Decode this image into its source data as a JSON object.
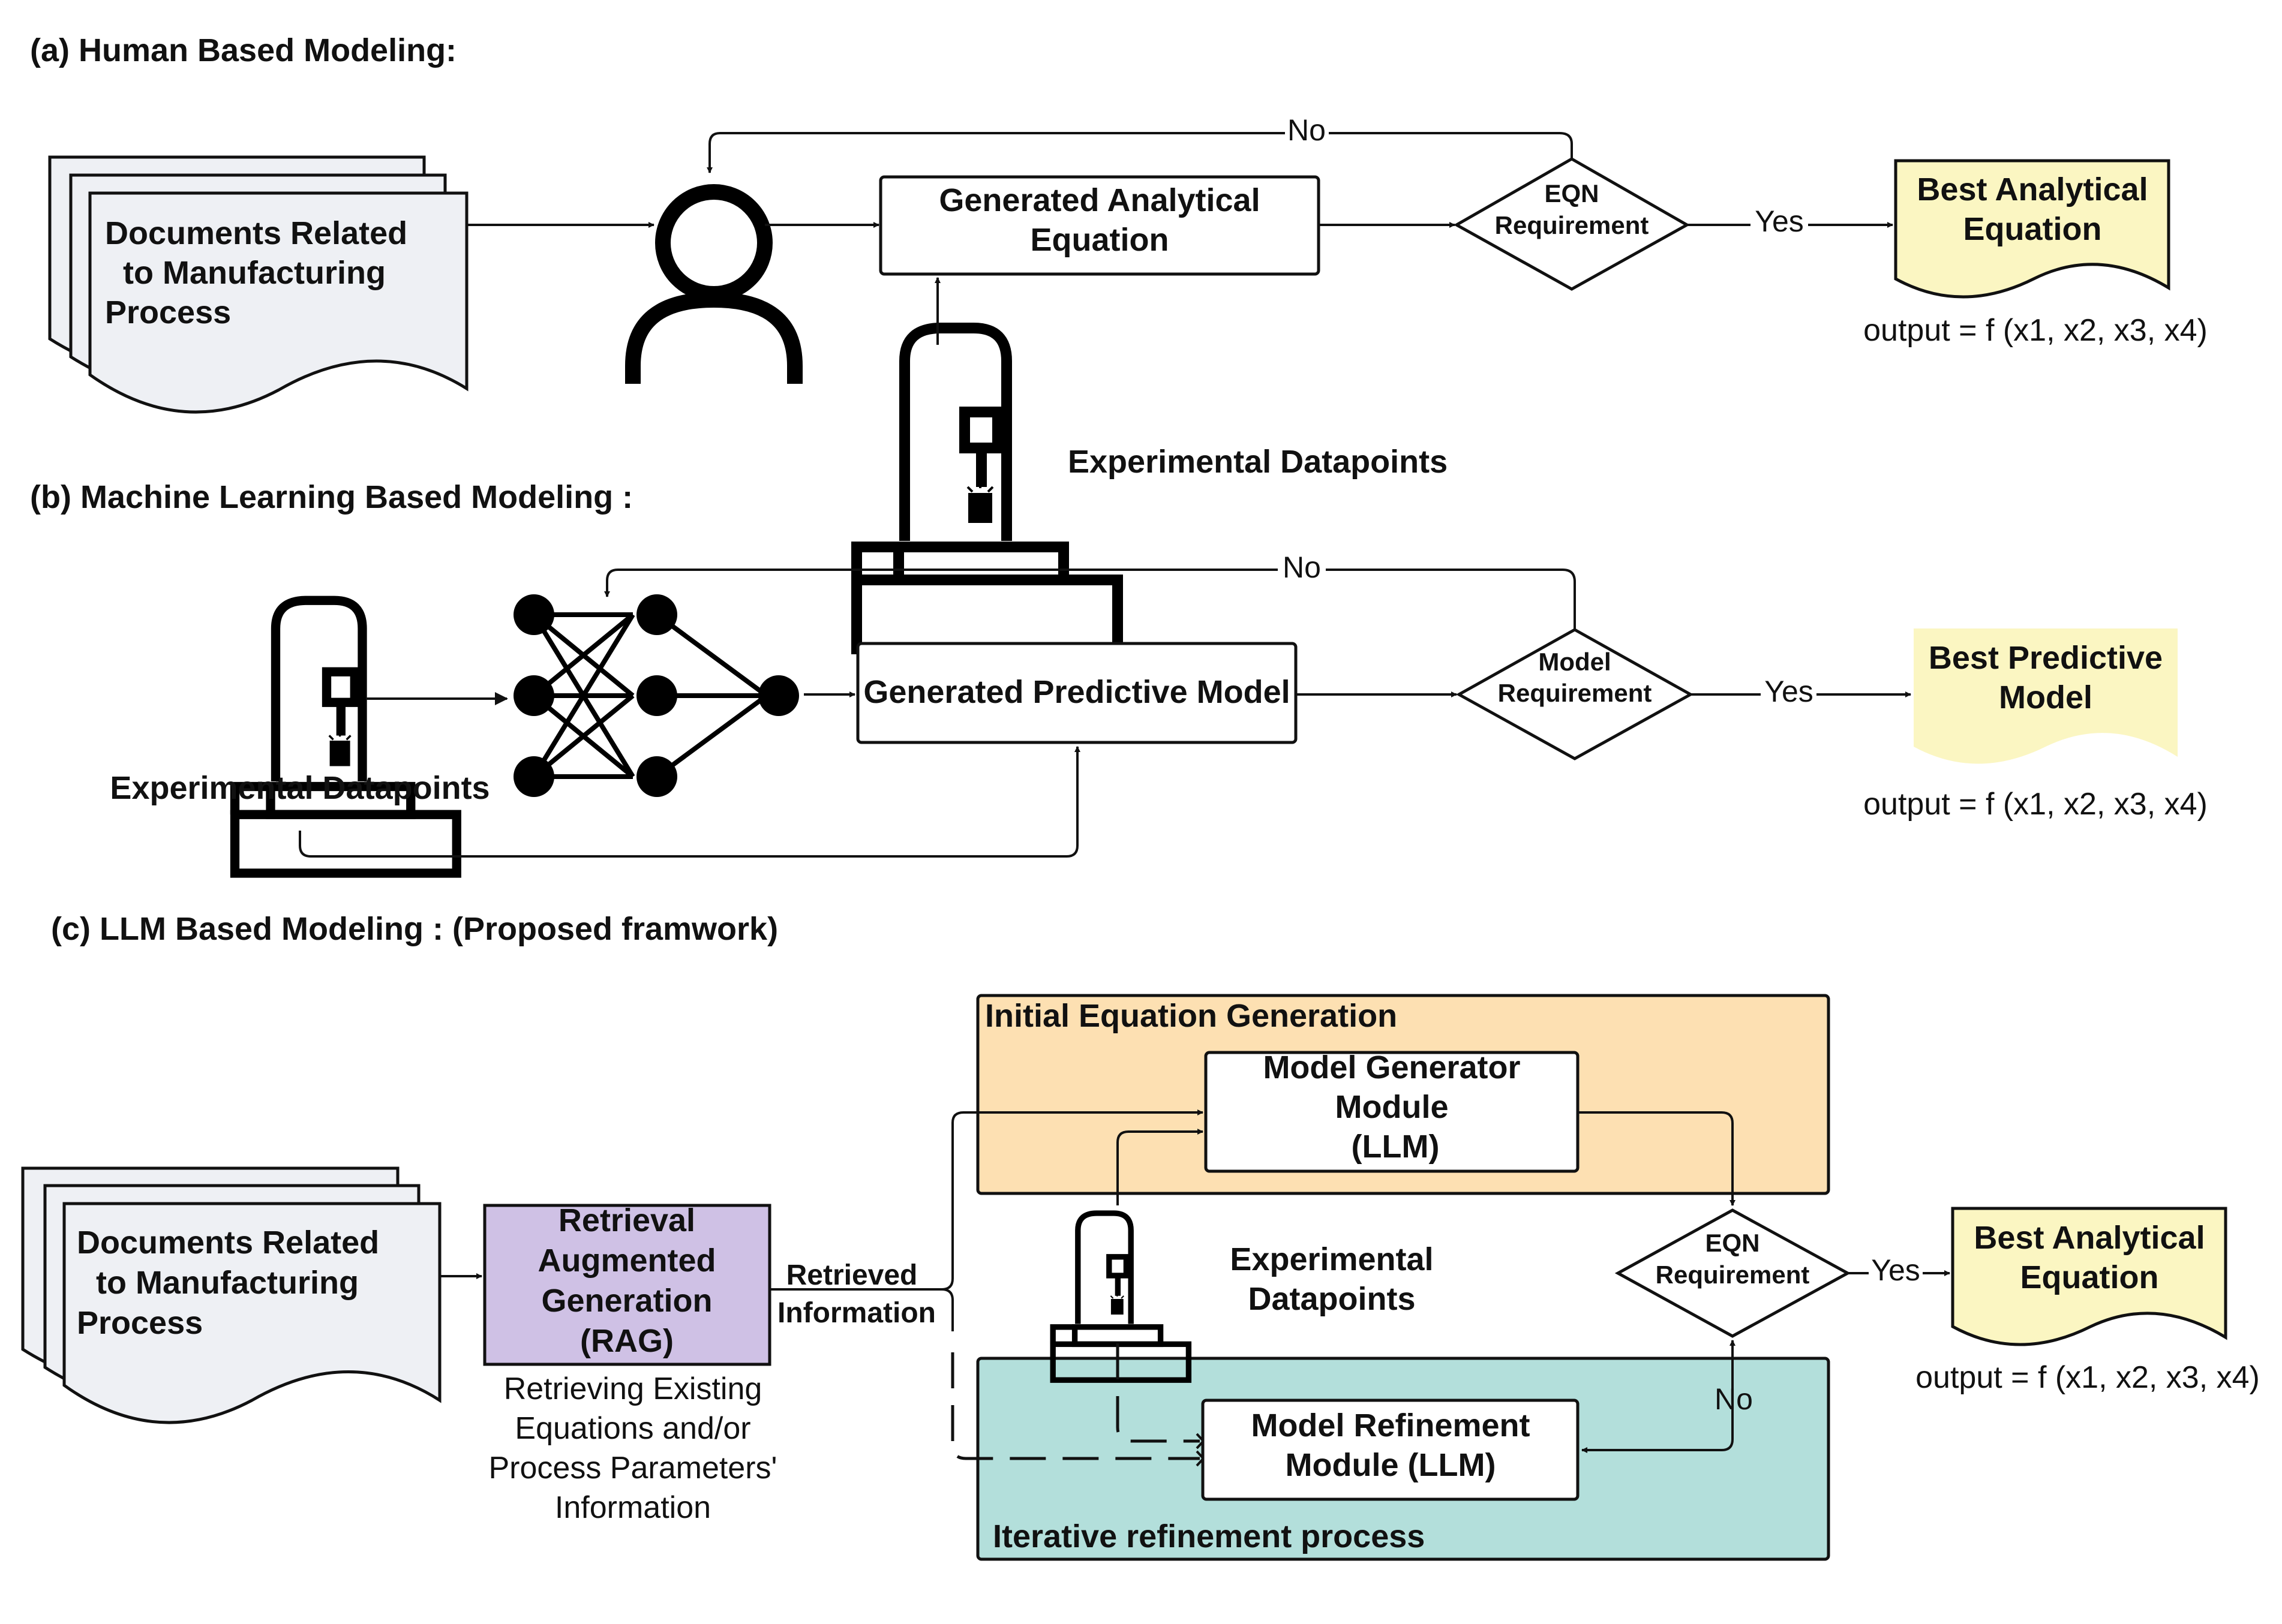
{
  "colors": {
    "doc_fill": "#eef0f4",
    "output_fill": "#fbf6c2",
    "rag_fill": "#cfc1e5",
    "initial_panel_fill": "#fde0b2",
    "refine_panel_fill": "#b3dfdb",
    "stroke": "#111111"
  },
  "panel_a": {
    "title": "(a) Human Based Modeling:",
    "documents": [
      "Documents Related",
      "to Manufacturing",
      "Process"
    ],
    "human_icon": "person-icon",
    "machine_icon": "machine-icon",
    "generated": [
      "Generated Analytical",
      "Equation"
    ],
    "decision": [
      "EQN",
      "Requirement"
    ],
    "no_label": "No",
    "yes_label": "Yes",
    "best": [
      "Best Analytical",
      "Equation"
    ],
    "output": "output = f (x1, x2, x3, x4)",
    "experimental": "Experimental Datapoints"
  },
  "panel_b": {
    "title": "(b) Machine Learning Based Modeling :",
    "experimental": "Experimental Datapoints",
    "network_icon": "neural-network-icon",
    "generated": "Generated Predictive Model",
    "decision": [
      "Model",
      "Requirement"
    ],
    "no_label": "No",
    "yes_label": "Yes",
    "best": [
      "Best Predictive",
      "Model"
    ],
    "output": "output = f (x1, x2, x3, x4)"
  },
  "panel_c": {
    "title": "(c) LLM Based Modeling : (Proposed framwork)",
    "documents": [
      "Documents Related",
      "to Manufacturing",
      "Process"
    ],
    "rag": [
      "Retrieval",
      "Augmented",
      "Generation",
      "(RAG)"
    ],
    "rag_caption": [
      "Retrieving Existing",
      "Equations and/or",
      "Process Parameters'",
      "Information"
    ],
    "retrieved": [
      "Retrieved",
      "Information"
    ],
    "initial_panel_title": "Initial Equation Generation",
    "generator": [
      "Model Generator",
      "Module",
      "(LLM)"
    ],
    "experimental": [
      "Experimental",
      "Datapoints"
    ],
    "refine_panel_title": "Iterative refinement process",
    "refinement": [
      "Model Refinement",
      "Module (LLM)"
    ],
    "decision": [
      "EQN",
      "Requirement"
    ],
    "no_label": "No",
    "yes_label": "Yes",
    "best": [
      "Best Analytical",
      "Equation"
    ],
    "output": "output = f (x1, x2, x3, x4)"
  }
}
